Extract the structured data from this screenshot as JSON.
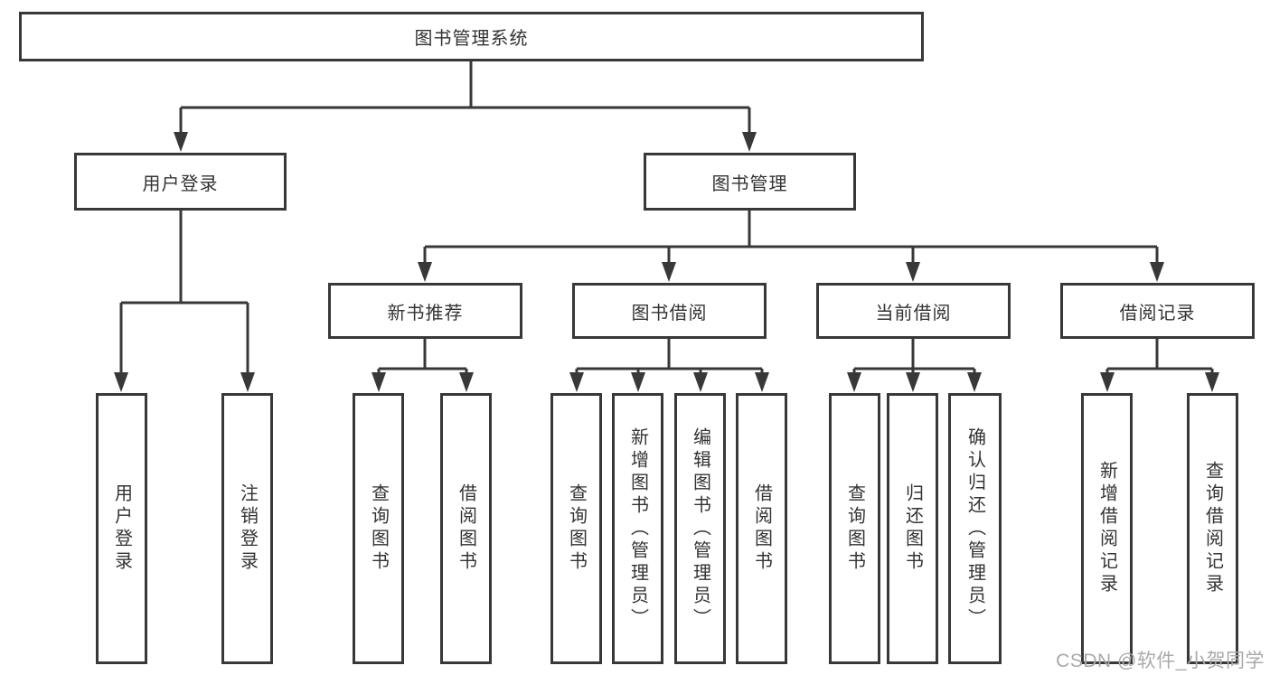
{
  "diagram_type": "hierarchy-tree",
  "colors": {
    "line": "#383838",
    "box_border": "#383838",
    "box_fill": "#ffffff",
    "text": "#333333",
    "watermark": "#a9a9a9"
  },
  "watermark": "CSDN @软件_小贺同学",
  "tree": {
    "label": "图书管理系统",
    "children": [
      {
        "label": "用户登录",
        "children": [
          {
            "label": "用户登录"
          },
          {
            "label": "注销登录"
          }
        ]
      },
      {
        "label": "图书管理",
        "children": [
          {
            "label": "新书推荐",
            "children": [
              {
                "label": "查询图书"
              },
              {
                "label": "借阅图书"
              }
            ]
          },
          {
            "label": "图书借阅",
            "children": [
              {
                "label": "查询图书"
              },
              {
                "label": "新增图书（管理员）"
              },
              {
                "label": "编辑图书（管理员）"
              },
              {
                "label": "借阅图书"
              }
            ]
          },
          {
            "label": "当前借阅",
            "children": [
              {
                "label": "查询图书"
              },
              {
                "label": "归还图书"
              },
              {
                "label": "确认归还（管理员）"
              }
            ]
          },
          {
            "label": "借阅记录",
            "children": [
              {
                "label": "新增借阅记录"
              },
              {
                "label": "查询借阅记录"
              }
            ]
          }
        ]
      }
    ]
  }
}
